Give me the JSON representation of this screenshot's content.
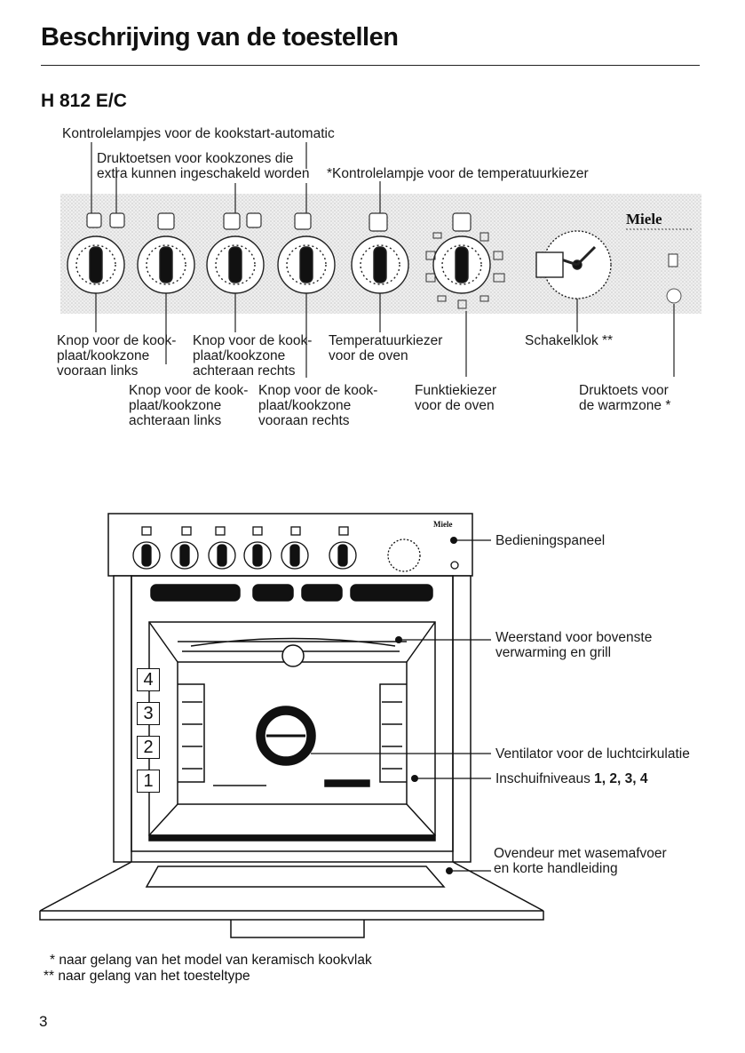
{
  "page": {
    "title": "Beschrijving van de toestellen",
    "model": "H 812 E/C",
    "page_number": "3"
  },
  "panel": {
    "brand": "Miele",
    "callouts_top": {
      "control_lamps": "Kontrolelampjes voor de kookstart-automatic",
      "push_buttons": "Druktoetsen voor kookzones die\nextra kunnen ingeschakeld worden",
      "temp_lamp": "*Kontrolelampje voor de temperatuurkiezer"
    },
    "callouts_bottom": {
      "knob_front_left": "Knop voor de kook-\nplaat/kookzone\nvooraan links",
      "knob_back_right": "Knop voor de kook-\nplaat/kookzone\nachteraan rechts",
      "temp_selector": "Temperatuurkiezer\nvoor de oven",
      "timer": "Schakelklok **",
      "knob_back_left": "Knop voor de kook-\nplaat/kookzone\nachteraan links",
      "knob_front_right": "Knop voor de kook-\nplaat/kookzone\nvooraan rechts",
      "function_selector": "Funktiekiezer\nvoor de oven",
      "warm_zone_button": "Druktoets voor\nde warmzone *"
    }
  },
  "oven": {
    "callouts": {
      "control_panel": "Bedieningspaneel",
      "top_element": "Weerstand voor bovenste\nverwarming en grill",
      "fan": "Ventilator voor de luchtcirkulatie",
      "shelf_levels_prefix": "Inschuifniveaus ",
      "shelf_levels_numbers": "1, 2, 3, 4",
      "door": "Ovendeur met wasemafvoer\nen korte handleiding"
    },
    "shelf_numbers": [
      "4",
      "3",
      "2",
      "1"
    ]
  },
  "footnotes": [
    "* naar gelang van het model van keramisch kookvlak",
    "** naar gelang van het toesteltype"
  ]
}
